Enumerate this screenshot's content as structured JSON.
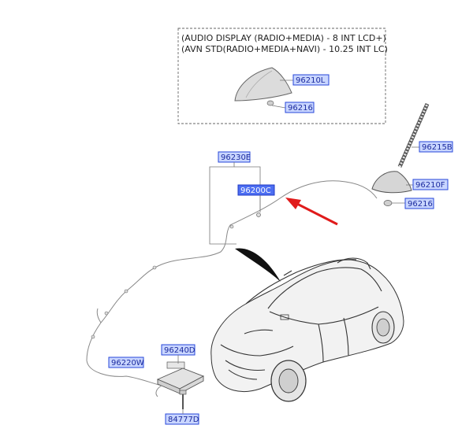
{
  "note": {
    "line1": "(AUDIO DISPLAY (RADIO+MEDIA) - 8 INT LCD+)",
    "line2": "(AVN STD(RADIO+MEDIA+NAVI) - 10.25 INT LC)"
  },
  "parts": {
    "p96210L": "96210L",
    "p96216_top": "96216",
    "p96215B": "96215B",
    "p96210F": "96210F",
    "p96216_right": "96216",
    "p96230E": "96230E",
    "p96200C": "96200C",
    "p96240D": "96240D",
    "p96220W": "96220W",
    "p84777D": "84777D"
  },
  "colors": {
    "callout_fill": "#c9d6ff",
    "callout_highlight": "#4c6ef2",
    "arrow": "#e01b1b"
  }
}
